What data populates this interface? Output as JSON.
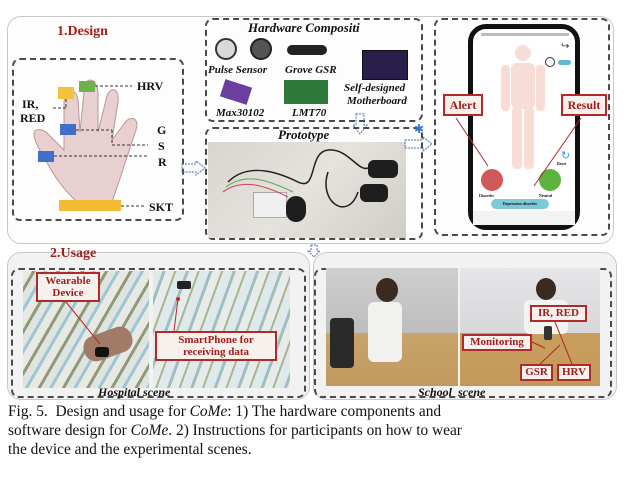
{
  "design": {
    "title": "1.Design",
    "hand": {
      "labels": {
        "ir_red_1": "IR,",
        "ir_red_2": "RED",
        "hrv": "HRV",
        "g": "G",
        "s": "S",
        "r": "R",
        "skt": "SKT"
      },
      "sensor_colors": {
        "ir_red": "#f2c23a",
        "hrv": "#6db34a",
        "gsr": "#3f6fc9",
        "skt": "#f2bb33"
      }
    },
    "hardware": {
      "title": "Hardware Compositi",
      "components": [
        "Pulse Sensor",
        "Grove GSR",
        "Self-designed",
        "Motherboard",
        "Max30102",
        "LMT70"
      ]
    },
    "prototype": {
      "title": "Prototype"
    },
    "app": {
      "alert_label": "Alert",
      "result_label": "Result",
      "buttons": [
        "Disorder",
        "Neutral"
      ],
      "result_pill": "Depression disorder",
      "reset_label": "Reset",
      "nav_items": [
        "",
        "",
        "",
        ""
      ]
    }
  },
  "usage": {
    "title": "2.Usage",
    "hospital": {
      "caption": "Hospital scene",
      "wearable_label_1": "Wearable",
      "wearable_label_2": "Device",
      "phone_label_1": "SmartPhone for",
      "phone_label_2": "receiving data"
    },
    "school": {
      "caption": "School  scene",
      "labels": {
        "ir_red": "IR, RED",
        "monitoring": "Monitoring",
        "gsr": "GSR",
        "hrv": "HRV"
      }
    }
  },
  "figure_caption": {
    "line1_a": "Fig. 5.  Design and usage for ",
    "line1_italic": "CoMe",
    "line1_b": ": 1) The hardware components and",
    "line2_a": "software design for ",
    "line2_italic": "CoMe",
    "line2_b": ". 2) Instructions for participants on how to wear",
    "line3": "the device and the experimental scenes."
  },
  "colors": {
    "accent_red": "#a31d1d",
    "arrow_blue": "#4c73b8"
  }
}
